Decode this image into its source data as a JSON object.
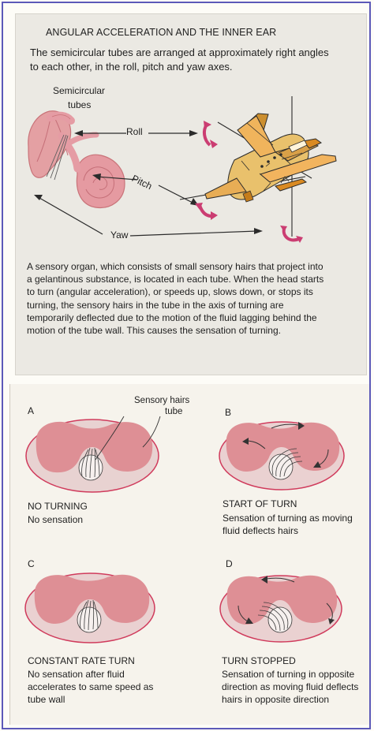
{
  "header": {
    "title": "ANGULAR ACCELERATION AND THE INNER EAR",
    "intro": "The semicircular tubes are arranged at approximately right angles to each other, in the roll, pitch and yaw axes."
  },
  "diagram_labels": {
    "semicircular": "Semicircular",
    "tubes": "tubes",
    "roll": "Roll",
    "pitch": "Pitch",
    "yaw": "Yaw"
  },
  "description": "A sensory organ, which consists of small sensory hairs that project into a gelantinous substance, is located in each tube. When the head starts to turn (angular acceleration), or speeds up, slows down, or stops its turning, the sensory hairs in the tube in the axis of turning are temporarily deflected due to the motion of the fluid lagging behind the motion of the tube wall. This causes the sensation of turning.",
  "panels": [
    {
      "letter": "A",
      "title": "NO TURNING",
      "desc": "No sensation"
    },
    {
      "letter": "B",
      "title": "START OF TURN",
      "desc": "Sensation of turning as moving fluid deflects hairs"
    },
    {
      "letter": "C",
      "title": "CONSTANT RATE TURN",
      "desc": "No sensation after fluid accelerates to same speed as tube wall"
    },
    {
      "letter": "D",
      "title": "TURN STOPPED",
      "desc": "Sensation of turning in opposite direction as moving fluid deflects hairs in opposite direction"
    }
  ],
  "annotations": {
    "sensory_hairs": "Sensory hairs",
    "tube": "tube"
  }
}
